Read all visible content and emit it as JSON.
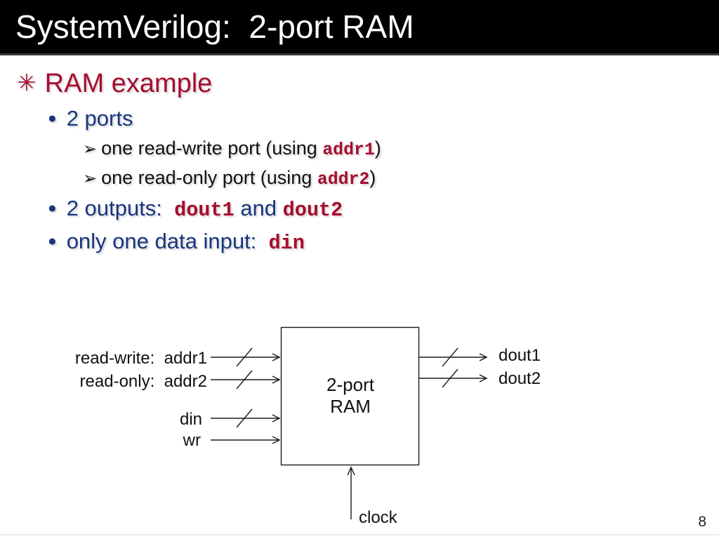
{
  "title": "SystemVerilog:  2-port RAM",
  "page_number": "8",
  "colors": {
    "title_bg": "#000000",
    "heading_red": "#a60d2e",
    "body_blue": "#17367e",
    "code_red": "#a60d2e",
    "diagram_ink": "#111111"
  },
  "bullets": {
    "l1": {
      "bullet": "✳",
      "text": "RAM example"
    },
    "l2": {
      "bullet": "●",
      "text": "2 ports"
    },
    "l3": {
      "bullet": "➢",
      "seg0": "one read-write port (using ",
      "code0": "addr1",
      "seg1": ")"
    },
    "l4": {
      "bullet": "➢",
      "seg0": "one read-only port (using ",
      "code0": "addr2",
      "seg1": ")"
    },
    "l5": {
      "bullet": "●",
      "seg0": "2 outputs:  ",
      "code0": "dout1",
      "seg1": " and ",
      "code1": "dout2"
    },
    "l6": {
      "bullet": "●",
      "seg0": "only one data input:  ",
      "code0": "din"
    }
  },
  "diagram": {
    "box_line1": "2-port",
    "box_line2": "RAM",
    "input1": "read-write:  addr1",
    "input2": "read-only:  addr2",
    "input3": "din",
    "input4": "wr",
    "output1": "dout1",
    "output2": "dout2",
    "clock": "clock"
  }
}
